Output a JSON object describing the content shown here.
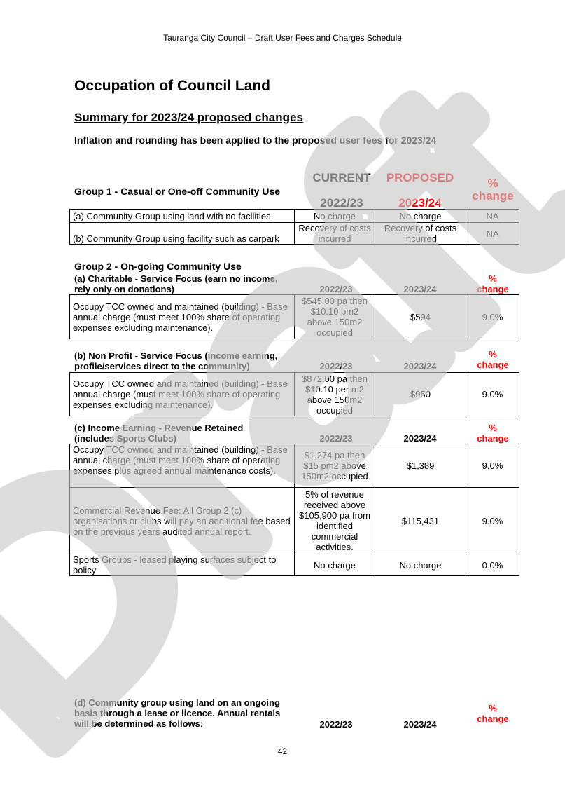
{
  "header": "Tauranga City Council – Draft User Fees and Charges Schedule",
  "title": "Occupation of Council Land",
  "subtitle": "Summary for 2023/24 proposed changes",
  "note": "Inflation and rounding has been applied to the proposed user fees for 2023/24",
  "group1": {
    "label_current": "CURRENT",
    "label_proposed": "PROPOSED",
    "label_pct_symbol": "%",
    "label_pct_word": "change",
    "heading": "Group 1 - Casual or One-off Community Use",
    "year_current": "2022/23",
    "year_proposed": "2023/24",
    "rows": [
      {
        "desc": "(a) Community Group using land with no facilities",
        "current": "No charge",
        "proposed": "No charge",
        "change": "NA"
      },
      {
        "desc": "(b) Community Group using facility such as carpark",
        "current": "Recovery of costs incurred",
        "proposed": "Recovery of costs incurred",
        "change": "NA"
      }
    ]
  },
  "group2": {
    "heading": "Group 2 - On-going Community Use",
    "a": {
      "heading": "(a) Charitable - Service Focus (earn no income, rely only on donations)",
      "year_current": "2022/23",
      "year_proposed": "2023/24",
      "pct_symbol": "%",
      "pct_word": "change",
      "rows": [
        {
          "desc": "Occupy TCC owned and maintained (building) - Base annual charge (must meet 100% share of operating expenses excluding maintenance).",
          "current": "$545.00 pa then $10.10 pm2 above 150m2 occupied",
          "proposed": "$594",
          "change": "9.0%"
        }
      ]
    },
    "b": {
      "heading": "(b) Non Profit - Service Focus (income earning, profile/services direct to the community)",
      "year_current": "2022/23",
      "year_proposed": "2023/24",
      "pct_symbol": "%",
      "pct_word": "change",
      "rows": [
        {
          "desc": "Occupy TCC owned and maintained (building) - Base annual charge (must meet 100% share of operating expenses excluding maintenance).",
          "current": "$872.00 pa then $10.10 per m2 above 150m2 occupied",
          "proposed": "$950",
          "change": "9.0%"
        }
      ]
    },
    "c": {
      "heading": "(c) Income Earning - Revenue Retained (includes Sports Clubs)",
      "year_current": "2022/23",
      "year_proposed": "2023/24",
      "pct_symbol": "%",
      "pct_word": "change",
      "rows": [
        {
          "desc": "Occupy TCC owned and maintained (building) - Base annual charge (must meet 100% share of operating expenses plus agreed annual maintenance costs).",
          "current": "$1,274 pa then $15 pm2 above 150m2 occupied",
          "proposed": "$1,389",
          "change": "9.0%"
        },
        {
          "desc": "Commercial Revenue Fee: All Group 2 (c) organisations or clubs will pay an additional fee based on the previous years audited annual report.",
          "current": "5% of revenue received above $105,900 pa from identified commercial activities.",
          "proposed": "$115,431",
          "change": "9.0%"
        },
        {
          "desc": "Sports Groups - leased playing surfaces subject to policy",
          "current": "No charge",
          "proposed": "No charge",
          "change": "0.0%"
        }
      ]
    },
    "d": {
      "heading": "(d) Community group using land on an ongoing basis through a lease or licence. Annual rentals will be determined as follows:",
      "year_current": "2022/23",
      "year_proposed": "2023/24",
      "pct_symbol": "%",
      "pct_word": "change"
    }
  },
  "watermark": "Draft",
  "watermark_color": "#c8c8c8",
  "accent_red": "#ff0000",
  "page_number": "42"
}
